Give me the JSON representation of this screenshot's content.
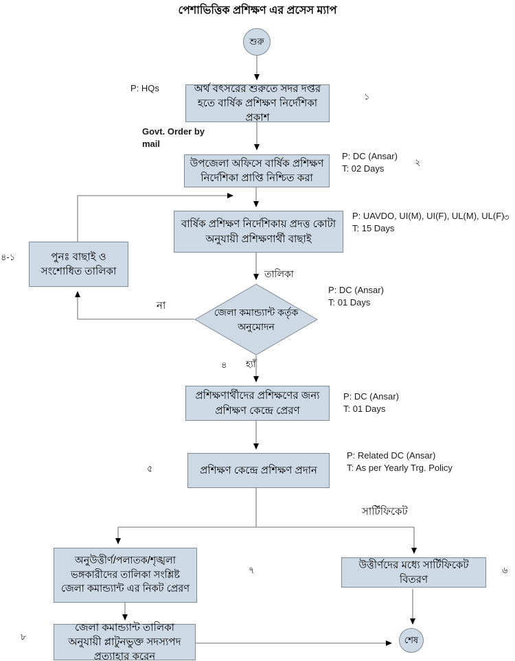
{
  "title": "পেশাভিত্তিক প্রশিক্ষণ এর প্রসেস ম্যাপ",
  "colors": {
    "node_fill": "#cdd9e5",
    "node_border": "#7e8b97",
    "edge_line": "#8a8a8a",
    "arrowhead": "#000000"
  },
  "nodes": {
    "start": {
      "label": "শুরু"
    },
    "step1": {
      "text": "অর্থ বৎসরের শুরুতে সদর দপ্তর হতে বার্ষিক প্রশিক্ষণ নির্দেশিকা প্রকাশ"
    },
    "step2": {
      "text": "উপজেলা অফিসে বার্ষিক প্রশিক্ষণ নির্দেশিকা প্রাপ্তি নিশ্চিত করা"
    },
    "step3": {
      "text": "বার্ষিক প্রশিক্ষণ নির্দেশিকায় প্রদত্ত কোটা অনুযায়ী প্রশিক্ষণার্থী বাছাই"
    },
    "revise": {
      "text": "পুনঃ  বাছাই ও সংশোধিত তালিকা"
    },
    "decision": {
      "text": "জেলা কমান্ড্যান্ট কর্তৃক অনুমোদন"
    },
    "step4": {
      "text": "প্রশিক্ষণার্থীদের প্রশিক্ষণের জন্য প্রশিক্ষণ কেন্দ্রে প্রেরণ"
    },
    "step5": {
      "text": "প্রশিক্ষণ কেন্দ্রে প্রশিক্ষণ প্রদান"
    },
    "step7": {
      "text": "অনুউত্তীর্ণ/পলাতক/শৃঙ্খলা ভঙ্গকারীদের তালিকা সংশ্লিষ্ট  জেলা কমান্ড্যান্ট এর নিকট প্রেরণ"
    },
    "step6": {
      "text": "উত্তীর্ণদের মধ্যে সার্টিফিকেট বিতরণ"
    },
    "step8": {
      "text": "জেলা কমান্ড্যান্ট তালিকা অনুযায়ী প্লাটুনভুক্ত সদস্যপদ প্রত্যাহার করেন"
    },
    "end": {
      "label": "শেষ"
    }
  },
  "edge_labels": {
    "govt_order": "Govt. Order by mail",
    "list": "তালিকা",
    "no": "না",
    "yes": "হ্যাঁ",
    "certificate": "সার্টিফিকেট"
  },
  "annotations": {
    "hq": {
      "p": "P: HQs"
    },
    "receive": {
      "p": "P: DC (Ansar)",
      "t": "T: 02 Days"
    },
    "select": {
      "p": "P: UAVDO, UI(M), UI(F), UL(M), UL(F)",
      "t": "T: 15 Days"
    },
    "approve": {
      "p": "P: DC (Ansar)",
      "t": "T: 01 Days"
    },
    "send": {
      "p": "P: DC (Ansar)",
      "t": "T: 01 Days"
    },
    "training": {
      "p": "P: Related DC (Ansar)",
      "t": "T: As per Yearly Trg. Policy"
    }
  },
  "step_numbers": {
    "n1": "১",
    "n2": "২",
    "n3": "৩",
    "n4_1": "৪-১",
    "n4": "৪",
    "n5": "৫",
    "n6": "৬",
    "n7": "৭",
    "n8": "৮"
  }
}
